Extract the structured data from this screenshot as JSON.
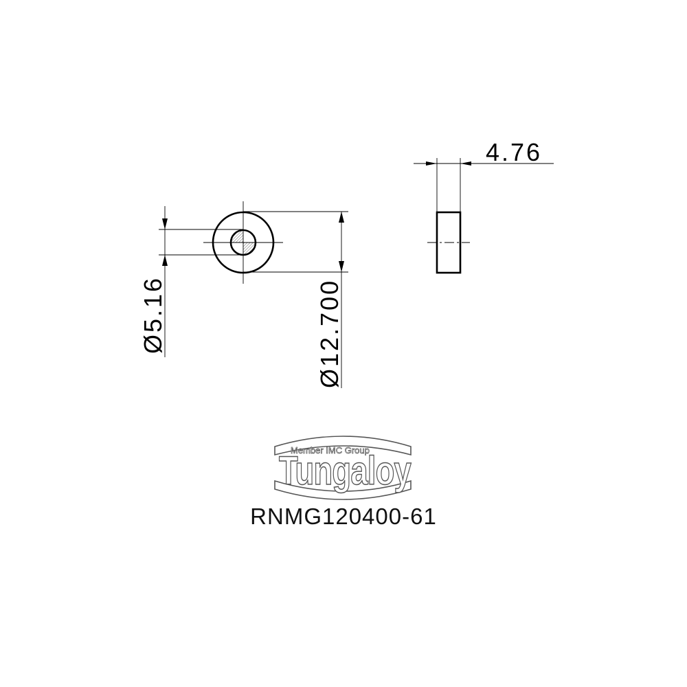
{
  "drawing": {
    "front_view": {
      "outer_diameter_label": "Ø12.700",
      "inner_diameter_label": "Ø5.16"
    },
    "side_view": {
      "thickness_label": "4.76"
    }
  },
  "logo": {
    "tagline": "Member IMC Group",
    "brand": "Tungaloy"
  },
  "part_number": "RNMG120400-61"
}
